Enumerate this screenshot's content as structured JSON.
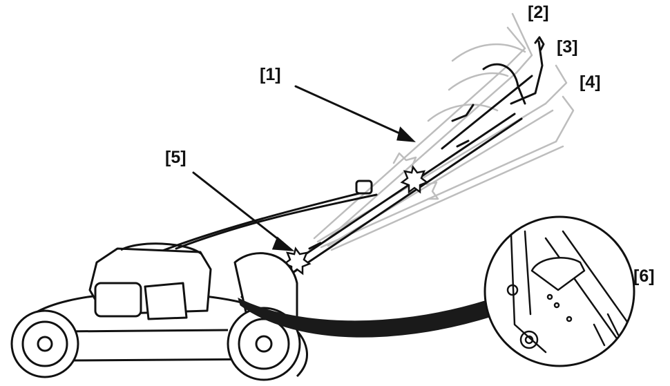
{
  "callouts": {
    "c1": "[1]",
    "c2": "[2]",
    "c3": "[3]",
    "c4": "[4]",
    "c5": "[5]",
    "c6": "[6]"
  },
  "colors": {
    "ink": "#111111",
    "ghost": "#bdbdbd",
    "fill_dark": "#1a1a1a",
    "paper": "#ffffff"
  },
  "icons": {
    "mower": "lawn-mower-illustration",
    "detail": "handle-knob-detail-magnifier"
  }
}
